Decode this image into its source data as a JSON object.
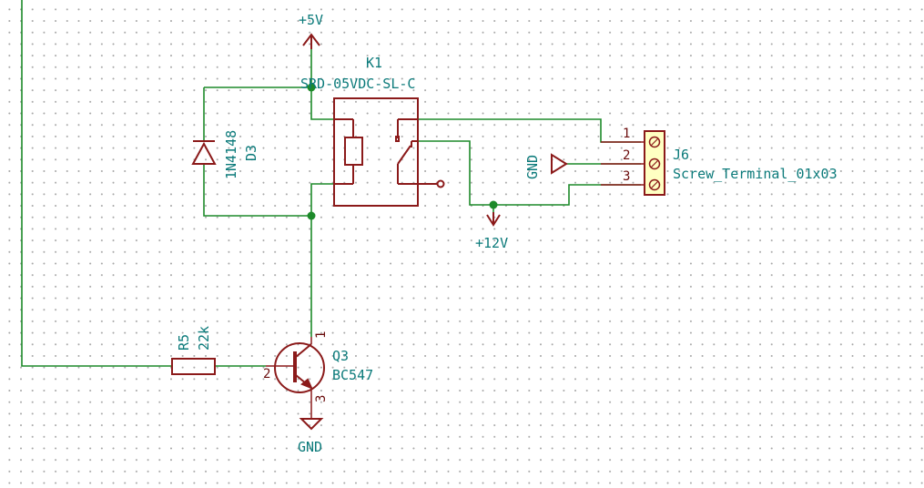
{
  "power": {
    "vcc5": "+5V",
    "vcc12": "+12V",
    "gnd_terminal": "GND",
    "gnd_transistor": "GND"
  },
  "relay": {
    "ref": "K1",
    "value": "SRD-05VDC-SL-C"
  },
  "diode": {
    "ref": "D3",
    "value": "1N4148"
  },
  "resistor": {
    "ref": "R5",
    "value": "22k"
  },
  "transistor": {
    "ref": "Q3",
    "value": "BC547",
    "pins": [
      "1",
      "2",
      "3"
    ]
  },
  "connector": {
    "ref": "J6",
    "value": "Screw_Terminal_01x03",
    "pins": [
      "1",
      "2",
      "3"
    ]
  },
  "colors": {
    "wire": "#1d8a2a",
    "symbol": "#8b1a1a",
    "label": "#0b7a7a",
    "connector_fill": "#ffffc2"
  }
}
